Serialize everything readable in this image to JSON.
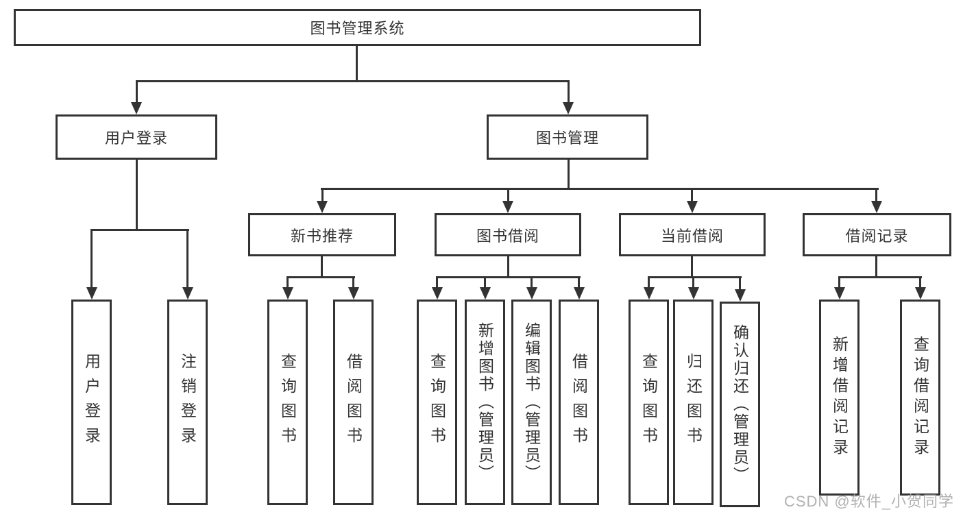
{
  "tree": {
    "root": {
      "label": "图书管理系统"
    },
    "branches": {
      "user_login": {
        "label": "用户登录",
        "children": [
          {
            "label": "用户登录"
          },
          {
            "label": "注销登录"
          }
        ]
      },
      "book_management": {
        "label": "图书管理",
        "children": [
          {
            "label": "新书推荐",
            "children": [
              {
                "label": "查询图书"
              },
              {
                "label": "借阅图书"
              }
            ]
          },
          {
            "label": "图书借阅",
            "children": [
              {
                "label": "查询图书"
              },
              {
                "label": "新增图书（管理员）"
              },
              {
                "label": "编辑图书（管理员）"
              },
              {
                "label": "借阅图书"
              }
            ]
          },
          {
            "label": "当前借阅",
            "children": [
              {
                "label": "查询图书"
              },
              {
                "label": "归还图书"
              },
              {
                "label": "确认归还（管理员）"
              }
            ]
          },
          {
            "label": "借阅记录",
            "children": [
              {
                "label": "新增借阅记录"
              },
              {
                "label": "查询借阅记录"
              }
            ]
          }
        ]
      }
    }
  },
  "watermark": {
    "text": "CSDN @软件_小贺同学",
    "color": "#a5a5a5"
  },
  "colors": {
    "line": "#333333",
    "text": "#333333",
    "background": "#ffffff"
  }
}
